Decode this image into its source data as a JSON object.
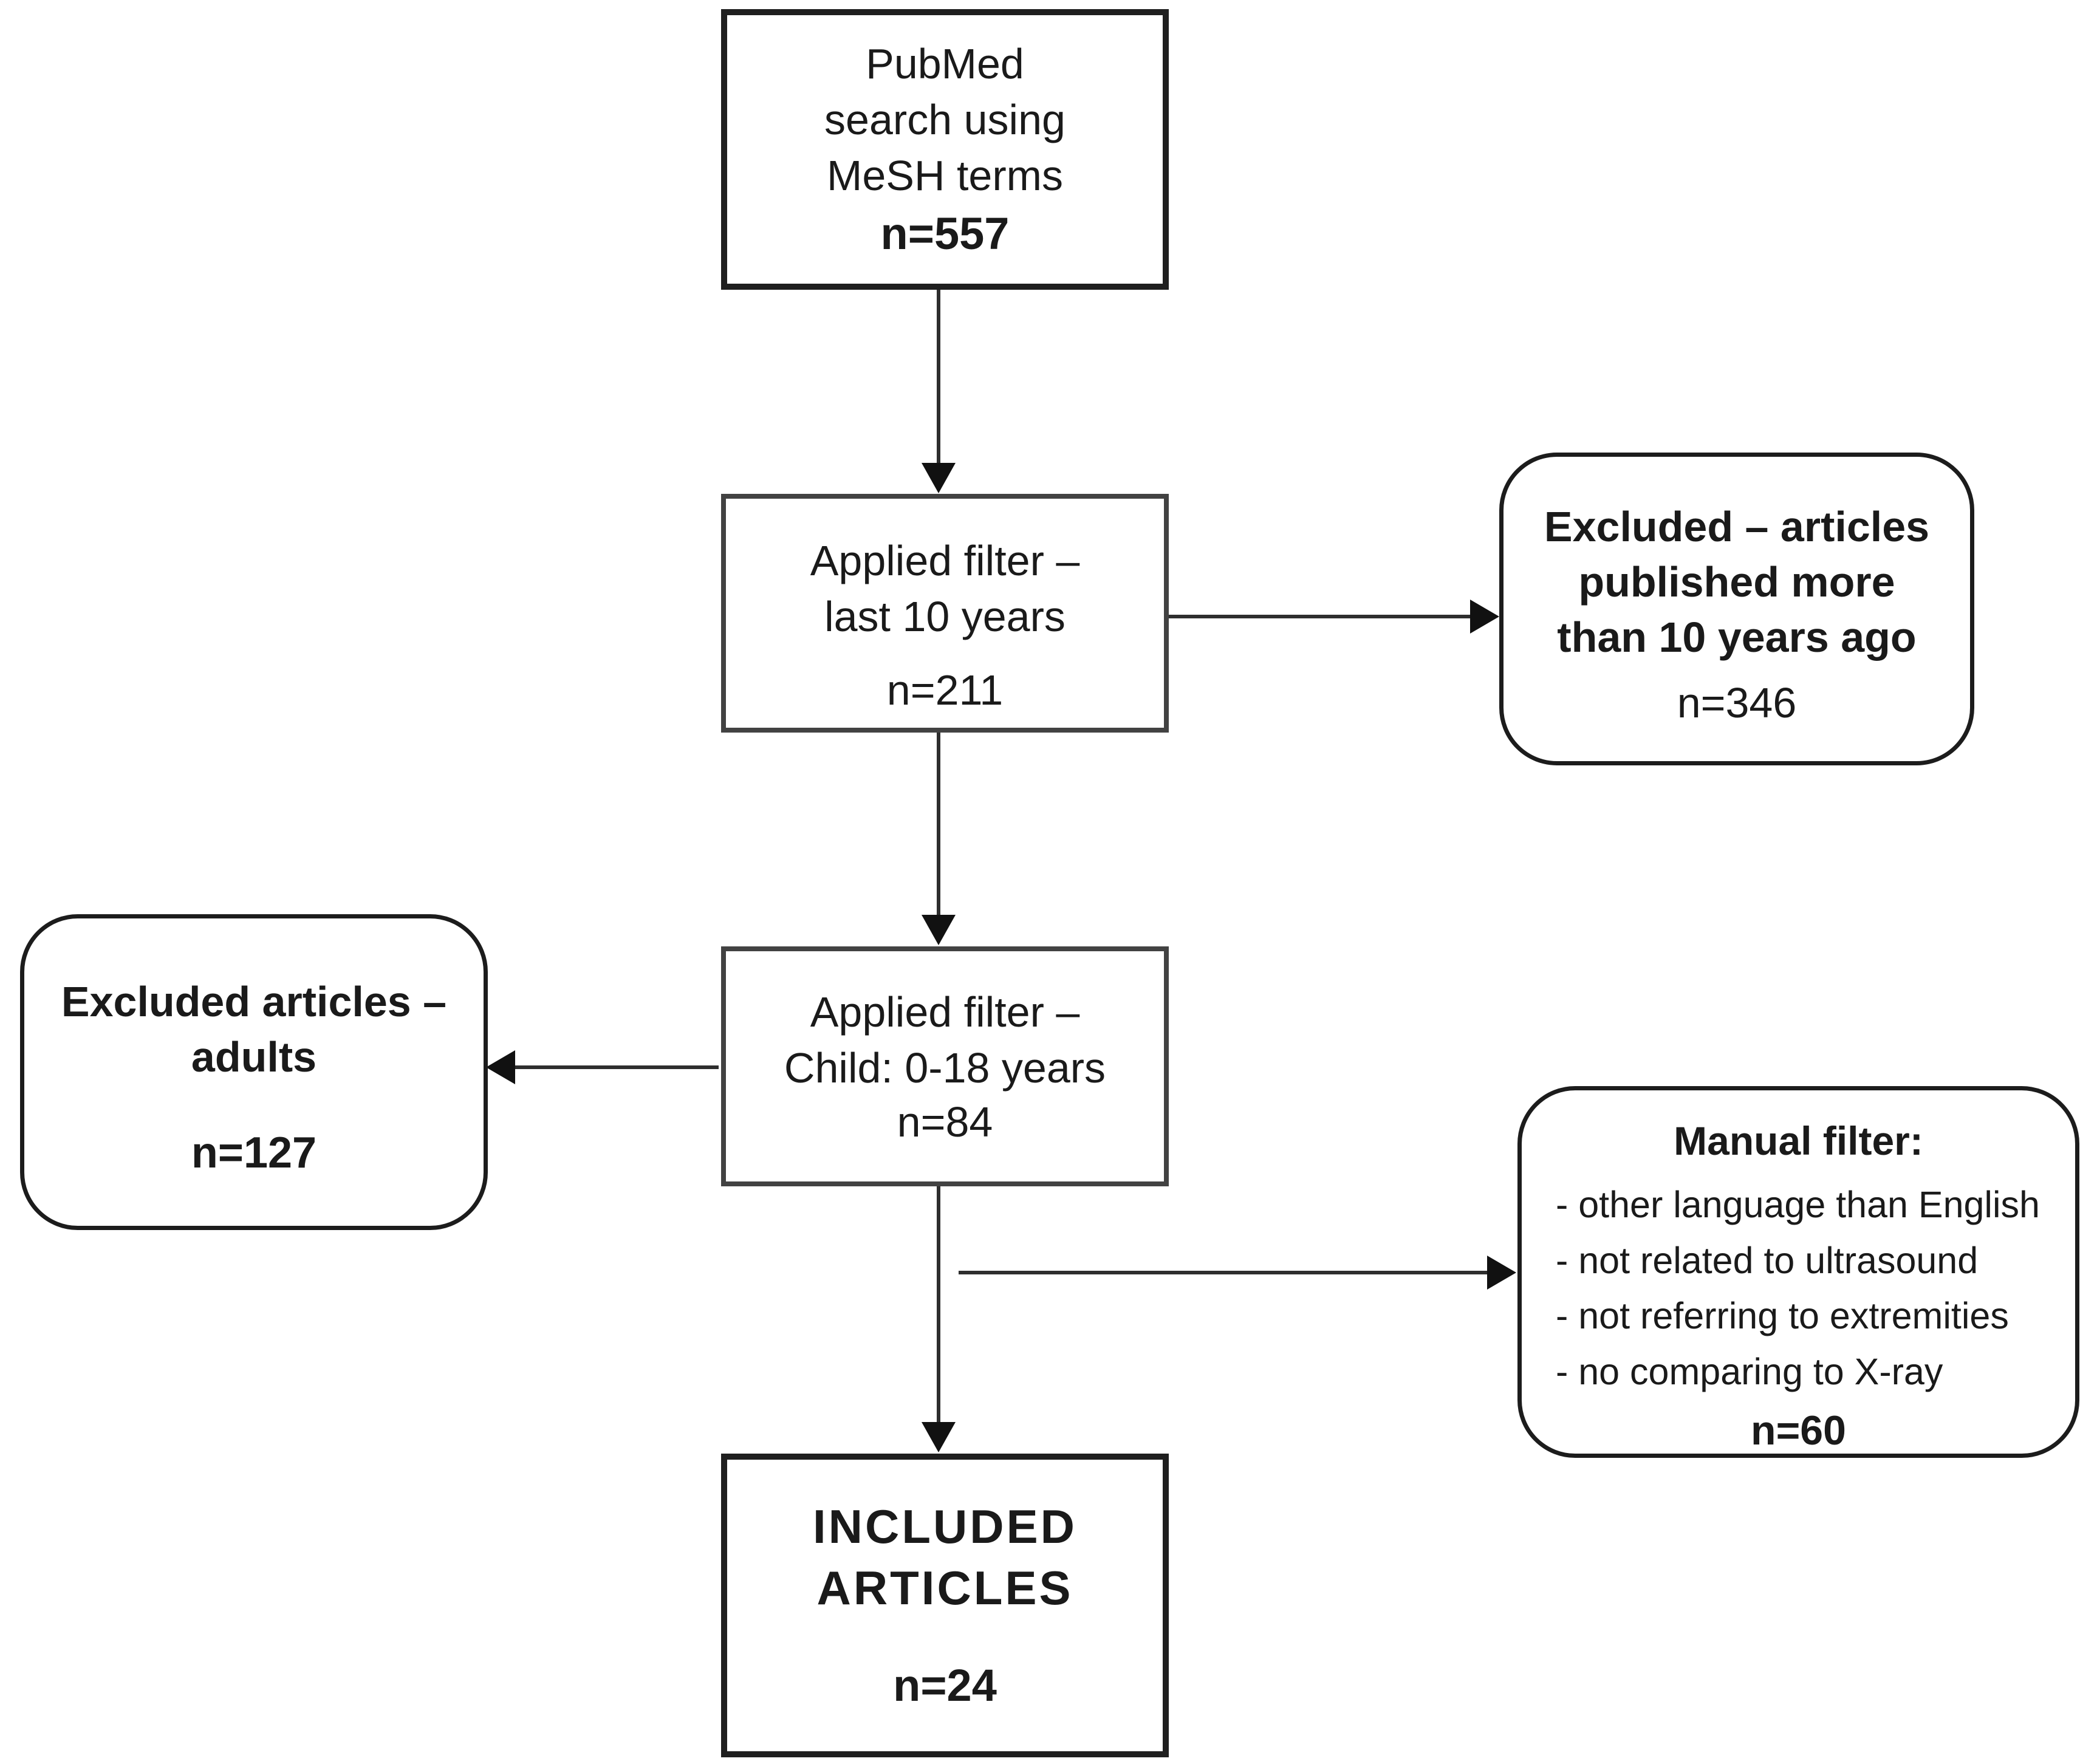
{
  "figure": {
    "background": "#ffffff",
    "line_color": "#2e2e2e",
    "text_color": "#1a1a1a"
  },
  "boxes": {
    "pubmed": {
      "lines": [
        "PubMed",
        "search using",
        "MeSH terms"
      ],
      "count": "n=557"
    },
    "filter_years": {
      "lines": [
        "Applied filter –",
        "last 10 years"
      ],
      "count": "n=211"
    },
    "excluded_years": {
      "lines": [
        "Excluded – articles",
        "published more",
        "than 10 years ago"
      ],
      "count": "n=346"
    },
    "filter_child": {
      "lines": [
        "Applied filter –",
        "Child: 0-18 years"
      ],
      "count": "n=84"
    },
    "excluded_adults": {
      "lines": [
        "Excluded articles –",
        "adults"
      ],
      "count": "n=127"
    },
    "manual_filter": {
      "title": "Manual filter:",
      "items": [
        "- other language than English",
        "- not related to ultrasound",
        "- not referring to extremities",
        "- no comparing to X-ray"
      ],
      "count": "n=60"
    },
    "included": {
      "lines": [
        "INCLUDED",
        "ARTICLES"
      ],
      "count": "n=24"
    }
  }
}
